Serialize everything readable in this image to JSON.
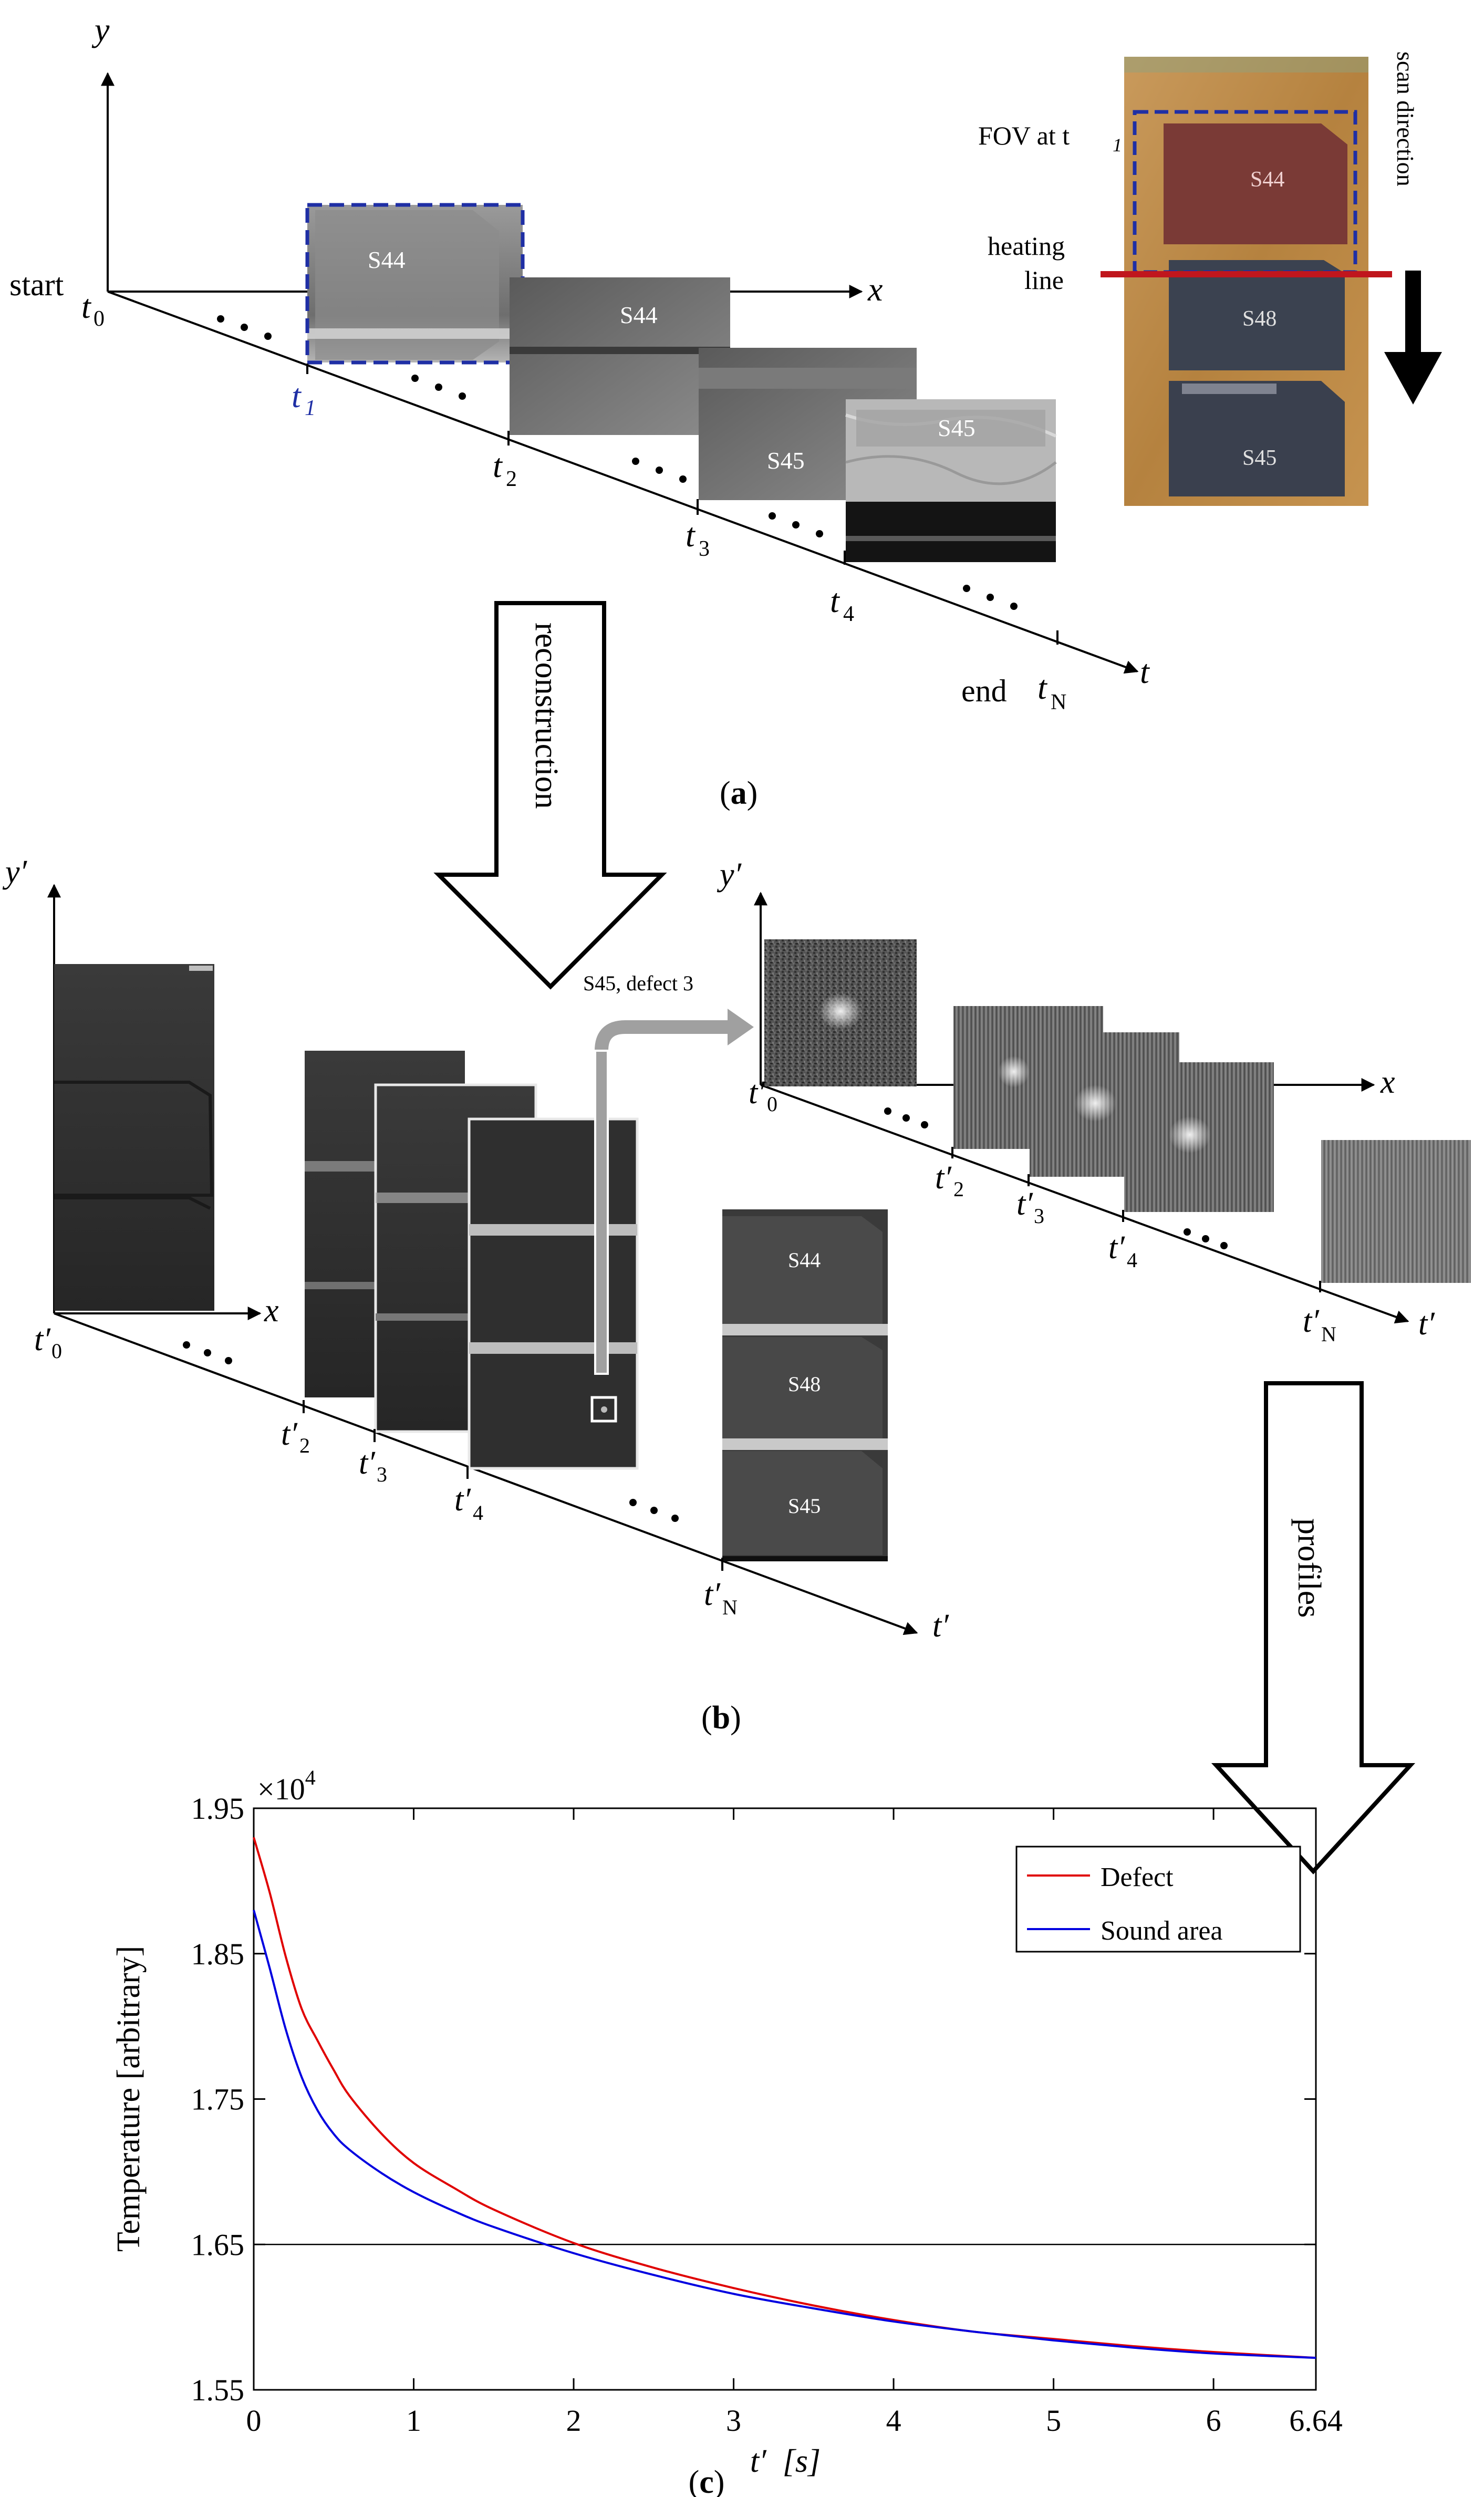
{
  "panel_a": {
    "axis_y": "y",
    "axis_x": "x",
    "axis_t": "t",
    "start_label": "start",
    "end_label": "end",
    "t0": "t",
    "t0_sub": "0",
    "t1": "t",
    "t1_sub": "1",
    "t2": "t",
    "t2_sub": "2",
    "t3": "t",
    "t3_sub": "3",
    "t4": "t",
    "t4_sub": "4",
    "tN": "t",
    "tN_sub": "N",
    "frame1_label": "S44",
    "frame2_label": "S44",
    "frame3_label": "S45",
    "frame4_label": "S45",
    "photo_fov": "FOV at t",
    "photo_fov_sub": "1",
    "photo_heating_1": "heating",
    "photo_heating_2": "line",
    "photo_scan": "scan direction",
    "photo_s44": "S44",
    "photo_s48": "S48",
    "photo_s45": "S45",
    "caption_open": "(",
    "caption_letter": "a",
    "caption_close": ")"
  },
  "arrow_reconstruction": "reconstruction",
  "arrow_profiles": "profiles",
  "panel_b": {
    "axis_y": "y′",
    "axis_x": "x",
    "axis_t": "t′",
    "t0": "t′",
    "t0_sub": "0",
    "t2": "t′",
    "t2_sub": "2",
    "t3": "t′",
    "t3_sub": "3",
    "t4": "t′",
    "t4_sub": "4",
    "tN": "t′",
    "tN_sub": "N",
    "stack_s44": "S44",
    "stack_s48": "S48",
    "stack_s45": "S45",
    "zoom_callout": "S45, defect 3",
    "zoom_axis_y": "y′",
    "zoom_axis_x": "x",
    "zoom_axis_t": "t′",
    "zoom_t0": "t′",
    "zoom_t0_sub": "0",
    "zoom_t2": "t′",
    "zoom_t2_sub": "2",
    "zoom_t3": "t′",
    "zoom_t3_sub": "3",
    "zoom_t4": "t′",
    "zoom_t4_sub": "4",
    "zoom_tN": "t′",
    "zoom_tN_sub": "N",
    "caption_open": "(",
    "caption_letter": "b",
    "caption_close": ")"
  },
  "panel_c": {
    "caption_open": "(",
    "caption_letter": "c",
    "caption_close": ")",
    "y_exponent": "×10",
    "y_exponent_power": "4",
    "xtick_labels": [
      "0",
      "1",
      "2",
      "3",
      "4",
      "5",
      "6",
      "6.64"
    ],
    "ytick_labels": [
      "1.55",
      "1.65",
      "1.75",
      "1.85",
      "1.95"
    ]
  },
  "chart_data": {
    "type": "line",
    "xlabel": "t′  [s]",
    "ylabel": "Temperature [arbitrary]",
    "xlim": [
      0,
      6.64
    ],
    "ylim": [
      15500,
      19500
    ],
    "xticks": [
      0,
      1,
      2,
      3,
      4,
      5,
      6,
      6.64
    ],
    "yticks": [
      15500,
      16500,
      17500,
      18500,
      19500
    ],
    "legend_position": "top-right",
    "series": [
      {
        "name": "Defect",
        "color": "#e00000",
        "x": [
          0,
          0.1,
          0.2,
          0.3,
          0.4,
          0.5,
          0.6,
          0.8,
          1.0,
          1.25,
          1.5,
          2.0,
          2.5,
          3.0,
          3.5,
          4.0,
          4.5,
          5.0,
          5.5,
          6.0,
          6.64
        ],
        "y": [
          19300,
          18920,
          18480,
          18120,
          17900,
          17700,
          17520,
          17260,
          17060,
          16890,
          16740,
          16510,
          16340,
          16200,
          16080,
          15980,
          15900,
          15850,
          15800,
          15760,
          15720
        ]
      },
      {
        "name": "Sound area",
        "color": "#0000e0",
        "x": [
          0,
          0.1,
          0.2,
          0.3,
          0.4,
          0.5,
          0.6,
          0.8,
          1.0,
          1.25,
          1.5,
          2.0,
          2.5,
          3.0,
          3.5,
          4.0,
          4.5,
          5.0,
          5.5,
          6.0,
          6.64
        ],
        "y": [
          18800,
          18400,
          17980,
          17650,
          17420,
          17260,
          17150,
          16990,
          16860,
          16730,
          16620,
          16440,
          16290,
          16160,
          16060,
          15970,
          15900,
          15840,
          15790,
          15750,
          15720
        ]
      }
    ],
    "hlines": [
      16500
    ]
  }
}
